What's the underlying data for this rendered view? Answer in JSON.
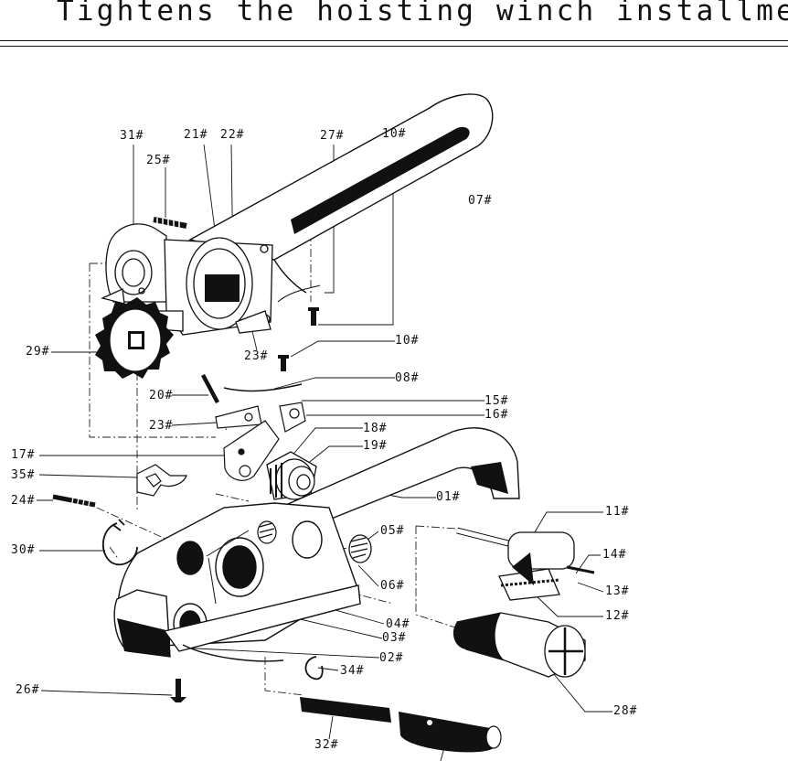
{
  "title": "Tightens the hoisting winch installment",
  "parts": {
    "p31": "31#",
    "p21": "21#",
    "p22": "22#",
    "p27": "27#",
    "p10a": "10#",
    "p25": "25#",
    "p07": "07#",
    "p29": "29#",
    "p23a": "23#",
    "p10b": "10#",
    "p08": "08#",
    "p20": "20#",
    "p15": "15#",
    "p16": "16#",
    "p23b": "23#",
    "p18": "18#",
    "p19": "19#",
    "p17": "17#",
    "p35": "35#",
    "p01": "01#",
    "p24": "24#",
    "p11": "11#",
    "p05": "05#",
    "p14": "14#",
    "p30": "30#",
    "p06": "06#",
    "p13": "13#",
    "p12": "12#",
    "p04": "04#",
    "p03": "03#",
    "p02": "02#",
    "p34": "34#",
    "p26": "26#",
    "p28": "28#",
    "p32": "32#"
  }
}
